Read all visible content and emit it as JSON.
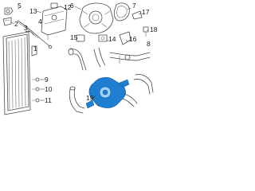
{
  "callouts": [
    {
      "id": "c1",
      "label": "1"
    },
    {
      "id": "c2",
      "label": "2"
    },
    {
      "id": "c3",
      "label": "3"
    },
    {
      "id": "c4",
      "label": "4"
    },
    {
      "id": "c5",
      "label": "5"
    },
    {
      "id": "c6",
      "label": "6"
    },
    {
      "id": "c7",
      "label": "7"
    },
    {
      "id": "c8",
      "label": "8"
    },
    {
      "id": "c9",
      "label": "9"
    },
    {
      "id": "c10",
      "label": "10"
    },
    {
      "id": "c11",
      "label": "11"
    },
    {
      "id": "c12",
      "label": "12"
    },
    {
      "id": "c13",
      "label": "13"
    },
    {
      "id": "c14",
      "label": "14"
    },
    {
      "id": "c15",
      "label": "15"
    },
    {
      "id": "c16",
      "label": "16"
    },
    {
      "id": "c17",
      "label": "17"
    },
    {
      "id": "c18",
      "label": "18"
    },
    {
      "id": "c19",
      "label": "19"
    }
  ],
  "colors": {
    "line": "#4a4a4a",
    "highlight": "#1e7fd0",
    "background": "#ffffff"
  }
}
